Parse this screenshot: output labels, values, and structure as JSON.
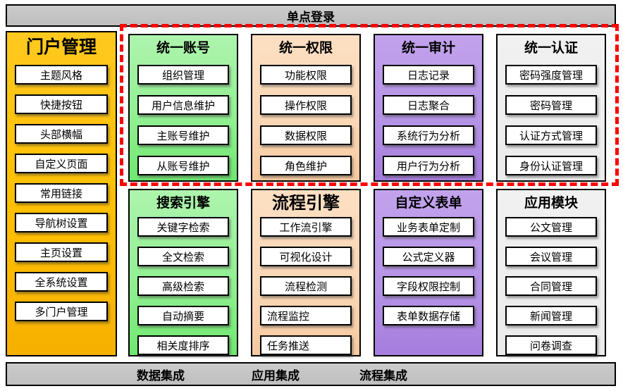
{
  "top_bar": {
    "label": "单点登录"
  },
  "portal": {
    "title": "门户管理",
    "items": [
      "主题风格",
      "快捷按钮",
      "头部横幅",
      "自定义页面",
      "常用链接",
      "导航树设置",
      "主页设置",
      "全系统设置",
      "多门户管理"
    ]
  },
  "top_row": [
    {
      "id": "account",
      "title": "统一账号",
      "theme": "green",
      "items": [
        "组织管理",
        "用户信息维护",
        "主账号维护",
        "从账号维护"
      ]
    },
    {
      "id": "permission",
      "title": "统一权限",
      "theme": "peach",
      "items": [
        "功能权限",
        "操作权限",
        "数据权限",
        "角色维护"
      ]
    },
    {
      "id": "audit",
      "title": "统一审计",
      "theme": "purple",
      "items": [
        "日志记录",
        "日志聚合",
        "系统行为分析",
        "用户行为分析"
      ]
    },
    {
      "id": "auth",
      "title": "统一认证",
      "theme": "gray",
      "items": [
        "密码强度管理",
        "密码管理",
        "认证方式管理",
        "身份认证管理"
      ]
    }
  ],
  "bottom_row": [
    {
      "id": "search",
      "title": "搜索引擎",
      "theme": "green",
      "items": [
        "关键字检索",
        "全文检索",
        "高级检索",
        "自动摘要",
        "相关度排序"
      ]
    },
    {
      "id": "process",
      "title": "流程引擎",
      "theme": "peach",
      "title_xl": true,
      "items": [
        "工作流引擎",
        "可视化设计",
        "流程检测",
        "流程监控",
        "任务推送"
      ]
    },
    {
      "id": "form",
      "title": "自定义表单",
      "theme": "purple",
      "items": [
        "业务表单定制",
        "公式定义器",
        "字段权限控制",
        "表单数据存储"
      ]
    },
    {
      "id": "app",
      "title": "应用模块",
      "theme": "gray",
      "items": [
        "公文管理",
        "会议管理",
        "合同管理",
        "新闻管理",
        "问卷调查"
      ]
    }
  ],
  "integration_bar": {
    "items": [
      "数据集成",
      "应用集成",
      "流程集成"
    ]
  },
  "colors": {
    "dashed_outline": "#fe0000",
    "bar_gray": "#bfbfbf",
    "portal_orange": "#ffc000",
    "green": "#8fef8f",
    "peach": "#fad7b5",
    "purple": "#b493e6",
    "light_gray": "#eeeeee"
  }
}
